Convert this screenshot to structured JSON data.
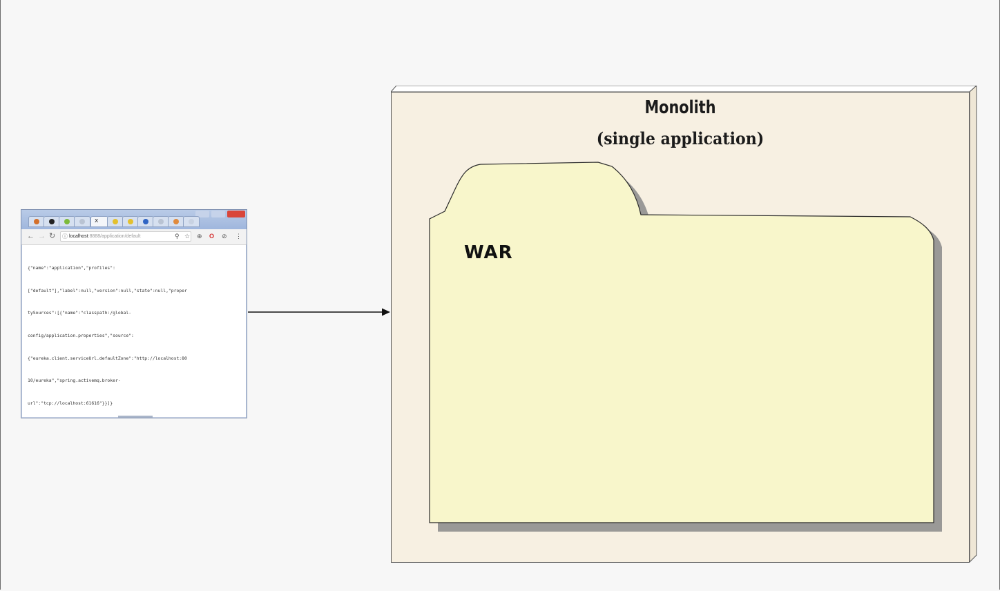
{
  "browser": {
    "address": {
      "host": "localhost",
      "path": ":8888/application/default"
    },
    "json_lines": [
      "{\"name\":\"application\",\"profiles\":",
      "[\"default\"],\"label\":null,\"version\":null,\"state\":null,\"proper",
      "tySources\":[{\"name\":\"classpath:/global-",
      "config/application.properties\",\"source\":",
      "{\"eureka.client.serviceUrl.defaultZone\":\"http://localhost:80",
      "10/eureka\",\"spring.activemq.broker-",
      "url\":\"tcp://localhost:61616\"}}]}"
    ]
  },
  "monolith": {
    "title": "Monolith",
    "subtitle": "(single application)",
    "fill_color": "#f7f0e2"
  },
  "war": {
    "label": "WAR",
    "fill_color": "#f8f6cb"
  }
}
